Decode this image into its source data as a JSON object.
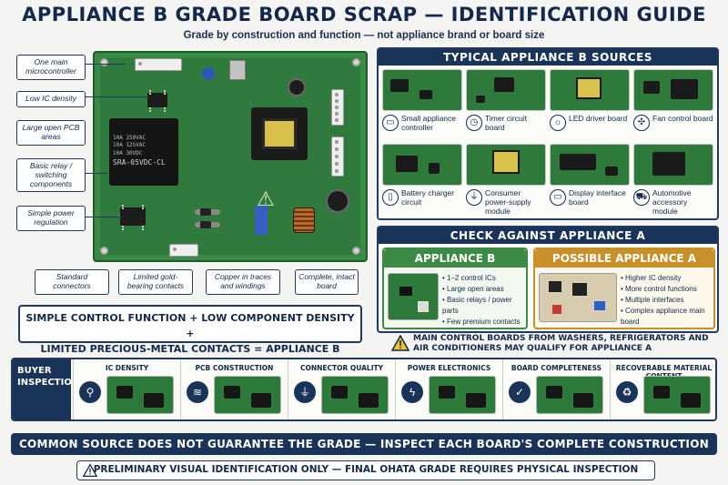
{
  "header": {
    "title": "APPLIANCE B GRADE BOARD SCRAP — IDENTIFICATION GUIDE",
    "subtitle": "Grade by construction and function — not appliance brand or board size"
  },
  "board": {
    "relay_text": [
      "SRA-05VDC-CL",
      "10A 250VAC",
      "10A 125VAC",
      "10A 30VDC"
    ],
    "callouts_left": [
      "One main microcontroller",
      "Low IC density",
      "Large open PCB areas",
      "Basic relay / switching components",
      "Simple power regulation"
    ],
    "callouts_bottom": [
      "Standard connectors",
      "Limited gold-bearing contacts",
      "Copper in traces and windings",
      "Complete, intact board"
    ]
  },
  "formula": {
    "line1": "SIMPLE CONTROL FUNCTION + LOW COMPONENT DENSITY +",
    "line2": "LIMITED PRECIOUS-METAL CONTACTS = APPLIANCE B CANDIDATE"
  },
  "sources": {
    "heading": "TYPICAL APPLIANCE B SOURCES",
    "items": [
      {
        "label": "Small appliance controller",
        "icon": "toaster-icon",
        "glyph": "▭"
      },
      {
        "label": "Timer circuit board",
        "icon": "clock-icon",
        "glyph": "◷"
      },
      {
        "label": "LED driver board",
        "icon": "bulb-icon",
        "glyph": "☼"
      },
      {
        "label": "Fan control board",
        "icon": "fan-icon",
        "glyph": "✣"
      },
      {
        "label": "Battery charger circuit",
        "icon": "battery-icon",
        "glyph": "▯"
      },
      {
        "label": "Consumer power-supply module",
        "icon": "plug-icon",
        "glyph": "⏚"
      },
      {
        "label": "Display interface board",
        "icon": "monitor-icon",
        "glyph": "▭"
      },
      {
        "label": "Automotive accessory module",
        "icon": "car-icon",
        "glyph": "⛟"
      }
    ]
  },
  "compare": {
    "heading": "CHECK AGAINST APPLIANCE A",
    "b_title": "APPLIANCE B",
    "b_bullets": [
      "1–2 control ICs",
      "Large open areas",
      "Basic relays / power parts",
      "Few premium contacts"
    ],
    "a_title": "POSSIBLE APPLIANCE A",
    "a_bullets": [
      "Higher IC density",
      "More control functions",
      "Multiple interfaces",
      "Complex appliance main board"
    ],
    "notice": "MAIN CONTROL BOARDS FROM WASHERS, REFRIGERATORS AND AIR CONDITIONERS MAY QUALIFY FOR APPLIANCE A"
  },
  "inspection": {
    "label": "BUYER INSPECTION",
    "items": [
      {
        "label": "IC DENSITY",
        "icon": "magnifier-icon",
        "glyph": "⚲"
      },
      {
        "label": "PCB CONSTRUCTION",
        "icon": "layers-icon",
        "glyph": "≋"
      },
      {
        "label": "CONNECTOR QUALITY",
        "icon": "plug-icon",
        "glyph": "⏚"
      },
      {
        "label": "POWER ELECTRONICS",
        "icon": "bolt-icon",
        "glyph": "ϟ"
      },
      {
        "label": "BOARD COMPLETENESS",
        "icon": "shield-check-icon",
        "glyph": "✓"
      },
      {
        "label": "RECOVERABLE MATERIAL CONTENT",
        "icon": "recycle-icon",
        "glyph": "♻"
      }
    ]
  },
  "banner": "COMMON SOURCE DOES NOT GUARANTEE THE GRADE — INSPECT EACH BOARD'S COMPLETE CONSTRUCTION",
  "footer": "PRELIMINARY VISUAL IDENTIFICATION ONLY — FINAL OHATA GRADE REQUIRES PHYSICAL INSPECTION",
  "colors": {
    "navy": "#1a3358",
    "pcb_green": "#2f7a3c",
    "appliance_b_green": "#3c8a45",
    "appliance_a_gold": "#c9902a"
  }
}
